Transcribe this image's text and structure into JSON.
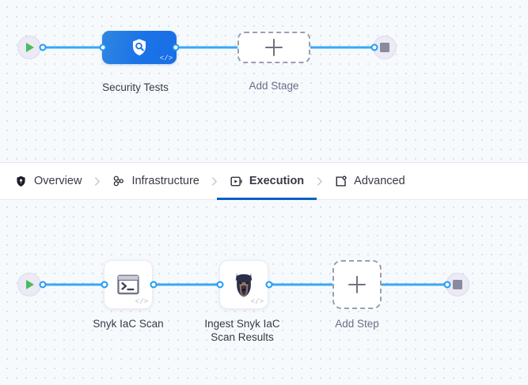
{
  "theme": {
    "canvas_bg": "#f7fafd",
    "grid_dot": "#d2d9e4",
    "connector": "#3aa7f7",
    "port_ring": "#1f9bf5",
    "stage_blue_start": "#2f86e0",
    "stage_blue_end": "#1b6fe4",
    "active_tab_underline": "#0a5fc2",
    "endcap_fill": "#eceaf4",
    "play_green": "#4dbb5f",
    "stop_gray": "#8a8a9e",
    "dashed_border": "#9a9fb0",
    "label_dark": "#383946",
    "label_muted": "#6b6d85"
  },
  "stage_graph": {
    "start_node": {
      "icon": "play-icon",
      "name": "pipeline-start"
    },
    "end_node": {
      "icon": "stop-icon",
      "name": "pipeline-end"
    },
    "stages": [
      {
        "label": "Security Tests",
        "icon": "shield-search-icon",
        "code_tag": "</>",
        "type": "stage"
      },
      {
        "label": "Add Stage",
        "icon": "plus-icon",
        "type": "add"
      }
    ]
  },
  "tabs": {
    "items": [
      {
        "label": "Overview",
        "icon": "shield-icon",
        "active": false
      },
      {
        "label": "Infrastructure",
        "icon": "nodes-icon",
        "active": false
      },
      {
        "label": "Execution",
        "icon": "play-box-icon",
        "active": true
      },
      {
        "label": "Advanced",
        "icon": "card-gear-icon",
        "active": false
      }
    ],
    "separator_icon": "chevron-right-icon"
  },
  "step_graph": {
    "start_node": {
      "icon": "play-icon",
      "name": "execution-start"
    },
    "end_node": {
      "icon": "stop-icon",
      "name": "execution-end"
    },
    "steps": [
      {
        "label": "Snyk IaC Scan",
        "icon": "terminal-icon",
        "code_tag": "</>",
        "type": "step"
      },
      {
        "label": "Ingest Snyk IaC\nScan Results",
        "icon": "doberman-icon",
        "code_tag": "</>",
        "type": "step"
      },
      {
        "label": "Add Step",
        "icon": "plus-icon",
        "type": "add"
      }
    ]
  }
}
